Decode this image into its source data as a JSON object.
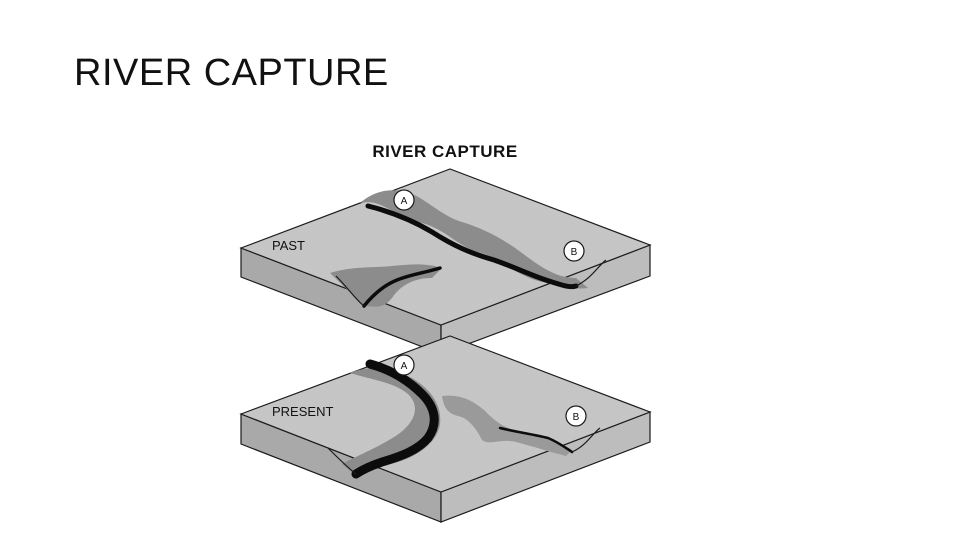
{
  "slide": {
    "title": "RIVER CAPTURE"
  },
  "figure": {
    "title": "RIVER CAPTURE",
    "past_label": "PAST",
    "present_label": "PRESENT",
    "marker_a": "A",
    "marker_b": "B"
  },
  "colors": {
    "background": "#ffffff",
    "surface": "#c6c6c6",
    "side_front": "#a9a9a9",
    "side_right": "#bdbdbd",
    "valley": "#8c8c8c",
    "river": "#0c0c0c",
    "outline": "#1a1a1a"
  }
}
